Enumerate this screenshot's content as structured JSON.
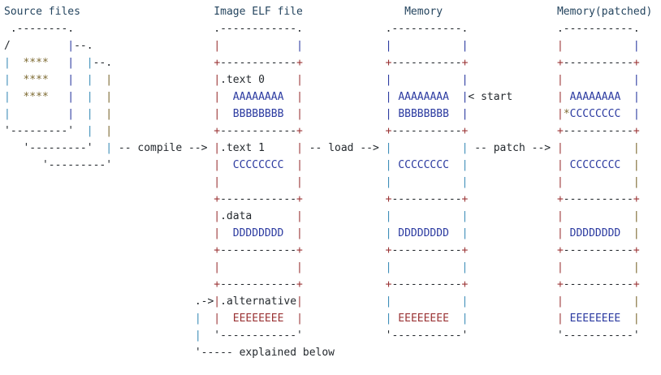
{
  "palette": {
    "d": "#24292e",
    "h": "#25455f",
    "m": "#9a3334",
    "n": "#2b3aa0",
    "t": "#3d8db8",
    "o": "#7d6a32"
  },
  "summary": {
    "stages": [
      "Source files",
      "Image ELF file",
      "Memory",
      "Memory(patched)"
    ],
    "transitions": [
      "-- compile -->",
      "-- load -->",
      "-- patch -->"
    ],
    "elf_sections": [
      ".text 0",
      ".text 1",
      ".data",
      ".alternative"
    ],
    "byte_patterns": [
      "AAAAAAAA",
      "BBBBBBBB",
      "CCCCCCCC",
      "DDDDDDDD",
      "EEEEEEEE"
    ],
    "annotations": [
      "< start",
      "*CCCCCCCC",
      "'----- explained below"
    ]
  },
  "diagram": {
    "lines": [
      [
        [
          "h",
          "Source files",
          "header-source-files"
        ],
        [
          "d",
          21
        ],
        [
          "h",
          "Image ELF file",
          "header-elf-file"
        ],
        [
          "d",
          16
        ],
        [
          "h",
          "Memory",
          "header-memory"
        ],
        [
          "d",
          18
        ],
        [
          "h",
          "Memory(patched)",
          "header-memory-patched"
        ]
      ],
      [
        [
          "d",
          " .--------."
        ],
        [
          "d",
          22
        ],
        [
          "d",
          ".------------."
        ],
        [
          "d",
          13
        ],
        [
          "d",
          ".-----------."
        ],
        [
          "d",
          14
        ],
        [
          "d",
          ".-----------."
        ]
      ],
      [
        [
          "d",
          "/"
        ],
        [
          "d",
          9
        ],
        [
          "n",
          "|"
        ],
        [
          "d",
          "--."
        ],
        [
          "d",
          19
        ],
        [
          "m",
          "|"
        ],
        [
          "d",
          12
        ],
        [
          "n",
          "|"
        ],
        [
          "d",
          13
        ],
        [
          "n",
          "|"
        ],
        [
          "d",
          11
        ],
        [
          "n",
          "|"
        ],
        [
          "d",
          14
        ],
        [
          "m",
          "|"
        ],
        [
          "d",
          11
        ],
        [
          "n",
          "|"
        ]
      ],
      [
        [
          "t",
          "|"
        ],
        [
          "d",
          2
        ],
        [
          "o",
          "****"
        ],
        [
          "d",
          3
        ],
        [
          "n",
          "|"
        ],
        [
          "d",
          2
        ],
        [
          "t",
          "|"
        ],
        [
          "d",
          "--."
        ],
        [
          "d",
          16
        ],
        [
          "m",
          "+"
        ],
        [
          "d",
          "------------"
        ],
        [
          "m",
          "+"
        ],
        [
          "d",
          13
        ],
        [
          "m",
          "+"
        ],
        [
          "d",
          "-----------"
        ],
        [
          "m",
          "+"
        ],
        [
          "d",
          14
        ],
        [
          "m",
          "+"
        ],
        [
          "d",
          "-----------"
        ],
        [
          "m",
          "+"
        ]
      ],
      [
        [
          "t",
          "|"
        ],
        [
          "d",
          2
        ],
        [
          "o",
          "****"
        ],
        [
          "d",
          3
        ],
        [
          "n",
          "|"
        ],
        [
          "d",
          2
        ],
        [
          "t",
          "|"
        ],
        [
          "d",
          2
        ],
        [
          "o",
          "|"
        ],
        [
          "d",
          16
        ],
        [
          "m",
          "|"
        ],
        [
          "d",
          ".text 0",
          "section-label-text0"
        ],
        [
          "d",
          5
        ],
        [
          "m",
          "|"
        ],
        [
          "d",
          13
        ],
        [
          "n",
          "|"
        ],
        [
          "d",
          11
        ],
        [
          "n",
          "|"
        ],
        [
          "d",
          14
        ],
        [
          "m",
          "|"
        ],
        [
          "d",
          11
        ],
        [
          "n",
          "|"
        ]
      ],
      [
        [
          "t",
          "|"
        ],
        [
          "d",
          2
        ],
        [
          "o",
          "****"
        ],
        [
          "d",
          3
        ],
        [
          "n",
          "|"
        ],
        [
          "d",
          2
        ],
        [
          "t",
          "|"
        ],
        [
          "d",
          2
        ],
        [
          "o",
          "|"
        ],
        [
          "d",
          16
        ],
        [
          "m",
          "|"
        ],
        [
          "d",
          2
        ],
        [
          "n",
          "AAAAAAAA",
          "bytes-a-elf"
        ],
        [
          "d",
          2
        ],
        [
          "m",
          "|"
        ],
        [
          "d",
          13
        ],
        [
          "n",
          "|"
        ],
        [
          "d",
          1
        ],
        [
          "n",
          "AAAAAAAA",
          "bytes-a-memory"
        ],
        [
          "d",
          2
        ],
        [
          "n",
          "|"
        ],
        [
          "d",
          "< start",
          "start-pointer"
        ],
        [
          "d",
          7
        ],
        [
          "m",
          "|"
        ],
        [
          "d",
          1
        ],
        [
          "n",
          "AAAAAAAA",
          "bytes-a-patched"
        ],
        [
          "d",
          2
        ],
        [
          "n",
          "|"
        ]
      ],
      [
        [
          "t",
          "|"
        ],
        [
          "d",
          9
        ],
        [
          "n",
          "|"
        ],
        [
          "d",
          2
        ],
        [
          "t",
          "|"
        ],
        [
          "d",
          2
        ],
        [
          "o",
          "|"
        ],
        [
          "d",
          16
        ],
        [
          "m",
          "|"
        ],
        [
          "d",
          2
        ],
        [
          "n",
          "BBBBBBBB",
          "bytes-b-elf"
        ],
        [
          "d",
          2
        ],
        [
          "m",
          "|"
        ],
        [
          "d",
          13
        ],
        [
          "n",
          "|"
        ],
        [
          "d",
          1
        ],
        [
          "n",
          "BBBBBBBB",
          "bytes-b-memory"
        ],
        [
          "d",
          2
        ],
        [
          "n",
          "|"
        ],
        [
          "d",
          14
        ],
        [
          "m",
          "|"
        ],
        [
          "o",
          "*",
          "patch-marker"
        ],
        [
          "n",
          "CCCCCCCC",
          "bytes-c-patched-text0"
        ],
        [
          "d",
          2
        ],
        [
          "n",
          "|"
        ]
      ],
      [
        [
          "d",
          "'---------'"
        ],
        [
          "d",
          2
        ],
        [
          "t",
          "|"
        ],
        [
          "d",
          2
        ],
        [
          "o",
          "|"
        ],
        [
          "d",
          16
        ],
        [
          "m",
          "+"
        ],
        [
          "d",
          "------------"
        ],
        [
          "m",
          "+"
        ],
        [
          "d",
          13
        ],
        [
          "m",
          "+"
        ],
        [
          "d",
          "-----------"
        ],
        [
          "m",
          "+"
        ],
        [
          "d",
          14
        ],
        [
          "m",
          "+"
        ],
        [
          "d",
          "-----------"
        ],
        [
          "m",
          "+"
        ]
      ],
      [
        [
          "d",
          3
        ],
        [
          "d",
          "'---------'"
        ],
        [
          "d",
          2
        ],
        [
          "t",
          "|"
        ],
        [
          "d",
          1
        ],
        [
          "d",
          "-- compile -->",
          "compile-arrow"
        ],
        [
          "d",
          1
        ],
        [
          "m",
          "|"
        ],
        [
          "d",
          ".text 1",
          "section-label-text1"
        ],
        [
          "d",
          5
        ],
        [
          "m",
          "|"
        ],
        [
          "d",
          1
        ],
        [
          "d",
          "-- load -->",
          "load-arrow"
        ],
        [
          "d",
          1
        ],
        [
          "t",
          "|"
        ],
        [
          "d",
          11
        ],
        [
          "t",
          "|"
        ],
        [
          "d",
          1
        ],
        [
          "d",
          "-- patch -->",
          "patch-arrow"
        ],
        [
          "d",
          1
        ],
        [
          "m",
          "|"
        ],
        [
          "d",
          11
        ],
        [
          "o",
          "|"
        ]
      ],
      [
        [
          "d",
          6
        ],
        [
          "d",
          "'---------'"
        ],
        [
          "d",
          16
        ],
        [
          "m",
          "|"
        ],
        [
          "d",
          2
        ],
        [
          "n",
          "CCCCCCCC",
          "bytes-c-elf"
        ],
        [
          "d",
          2
        ],
        [
          "m",
          "|"
        ],
        [
          "d",
          13
        ],
        [
          "t",
          "|"
        ],
        [
          "d",
          1
        ],
        [
          "n",
          "CCCCCCCC",
          "bytes-c-memory"
        ],
        [
          "d",
          2
        ],
        [
          "t",
          "|"
        ],
        [
          "d",
          14
        ],
        [
          "m",
          "|"
        ],
        [
          "d",
          1
        ],
        [
          "n",
          "CCCCCCCC",
          "bytes-c-patched"
        ],
        [
          "d",
          2
        ],
        [
          "o",
          "|"
        ]
      ],
      [
        [
          "d",
          33
        ],
        [
          "m",
          "|"
        ],
        [
          "d",
          12
        ],
        [
          "m",
          "|"
        ],
        [
          "d",
          13
        ],
        [
          "t",
          "|"
        ],
        [
          "d",
          11
        ],
        [
          "t",
          "|"
        ],
        [
          "d",
          14
        ],
        [
          "m",
          "|"
        ],
        [
          "d",
          11
        ],
        [
          "o",
          "|"
        ]
      ],
      [
        [
          "d",
          33
        ],
        [
          "m",
          "+"
        ],
        [
          "d",
          "------------"
        ],
        [
          "m",
          "+"
        ],
        [
          "d",
          13
        ],
        [
          "m",
          "+"
        ],
        [
          "d",
          "-----------"
        ],
        [
          "m",
          "+"
        ],
        [
          "d",
          14
        ],
        [
          "m",
          "+"
        ],
        [
          "d",
          "-----------"
        ],
        [
          "m",
          "+"
        ]
      ],
      [
        [
          "d",
          33
        ],
        [
          "m",
          "|"
        ],
        [
          "d",
          ".data",
          "section-label-data"
        ],
        [
          "d",
          7
        ],
        [
          "m",
          "|"
        ],
        [
          "d",
          13
        ],
        [
          "t",
          "|"
        ],
        [
          "d",
          11
        ],
        [
          "t",
          "|"
        ],
        [
          "d",
          14
        ],
        [
          "m",
          "|"
        ],
        [
          "d",
          11
        ],
        [
          "o",
          "|"
        ]
      ],
      [
        [
          "d",
          33
        ],
        [
          "m",
          "|"
        ],
        [
          "d",
          2
        ],
        [
          "n",
          "DDDDDDDD",
          "bytes-d-elf"
        ],
        [
          "d",
          2
        ],
        [
          "m",
          "|"
        ],
        [
          "d",
          13
        ],
        [
          "t",
          "|"
        ],
        [
          "d",
          1
        ],
        [
          "n",
          "DDDDDDDD",
          "bytes-d-memory"
        ],
        [
          "d",
          2
        ],
        [
          "t",
          "|"
        ],
        [
          "d",
          14
        ],
        [
          "m",
          "|"
        ],
        [
          "d",
          1
        ],
        [
          "n",
          "DDDDDDDD",
          "bytes-d-patched"
        ],
        [
          "d",
          2
        ],
        [
          "o",
          "|"
        ]
      ],
      [
        [
          "d",
          33
        ],
        [
          "m",
          "+"
        ],
        [
          "d",
          "------------"
        ],
        [
          "m",
          "+"
        ],
        [
          "d",
          13
        ],
        [
          "m",
          "+"
        ],
        [
          "d",
          "-----------"
        ],
        [
          "m",
          "+"
        ],
        [
          "d",
          14
        ],
        [
          "m",
          "+"
        ],
        [
          "d",
          "-----------"
        ],
        [
          "m",
          "+"
        ]
      ],
      [
        [
          "d",
          33
        ],
        [
          "m",
          "|"
        ],
        [
          "d",
          12
        ],
        [
          "m",
          "|"
        ],
        [
          "d",
          13
        ],
        [
          "t",
          "|"
        ],
        [
          "d",
          11
        ],
        [
          "t",
          "|"
        ],
        [
          "d",
          14
        ],
        [
          "m",
          "|"
        ],
        [
          "d",
          11
        ],
        [
          "o",
          "|"
        ]
      ],
      [
        [
          "d",
          33
        ],
        [
          "m",
          "+"
        ],
        [
          "d",
          "------------"
        ],
        [
          "m",
          "+"
        ],
        [
          "d",
          13
        ],
        [
          "m",
          "+"
        ],
        [
          "d",
          "-----------"
        ],
        [
          "m",
          "+"
        ],
        [
          "d",
          14
        ],
        [
          "m",
          "+"
        ],
        [
          "d",
          "-----------"
        ],
        [
          "m",
          "+"
        ]
      ],
      [
        [
          "d",
          30
        ],
        [
          "d",
          ".->",
          "alternative-pointer"
        ],
        [
          "m",
          "|"
        ],
        [
          "d",
          ".alternative",
          "section-label-alternative"
        ],
        [
          "m",
          "|"
        ],
        [
          "d",
          13
        ],
        [
          "t",
          "|"
        ],
        [
          "d",
          11
        ],
        [
          "t",
          "|"
        ],
        [
          "d",
          14
        ],
        [
          "m",
          "|"
        ],
        [
          "d",
          11
        ],
        [
          "o",
          "|"
        ]
      ],
      [
        [
          "d",
          30
        ],
        [
          "t",
          "|"
        ],
        [
          "d",
          2
        ],
        [
          "m",
          "|"
        ],
        [
          "d",
          2
        ],
        [
          "m",
          "EEEEEEEE",
          "bytes-e-elf"
        ],
        [
          "d",
          2
        ],
        [
          "m",
          "|"
        ],
        [
          "d",
          13
        ],
        [
          "t",
          "|"
        ],
        [
          "d",
          1
        ],
        [
          "m",
          "EEEEEEEE",
          "bytes-e-memory"
        ],
        [
          "d",
          2
        ],
        [
          "t",
          "|"
        ],
        [
          "d",
          14
        ],
        [
          "m",
          "|"
        ],
        [
          "d",
          1
        ],
        [
          "n",
          "EEEEEEEE",
          "bytes-e-patched"
        ],
        [
          "d",
          2
        ],
        [
          "o",
          "|"
        ]
      ],
      [
        [
          "d",
          30
        ],
        [
          "t",
          "|"
        ],
        [
          "d",
          2
        ],
        [
          "d",
          "'------------'"
        ],
        [
          "d",
          13
        ],
        [
          "d",
          "'-----------'"
        ],
        [
          "d",
          14
        ],
        [
          "d",
          "'-----------'"
        ]
      ],
      [
        [
          "d",
          30
        ],
        [
          "d",
          "'----- explained below",
          "explained-below-note"
        ]
      ]
    ]
  }
}
